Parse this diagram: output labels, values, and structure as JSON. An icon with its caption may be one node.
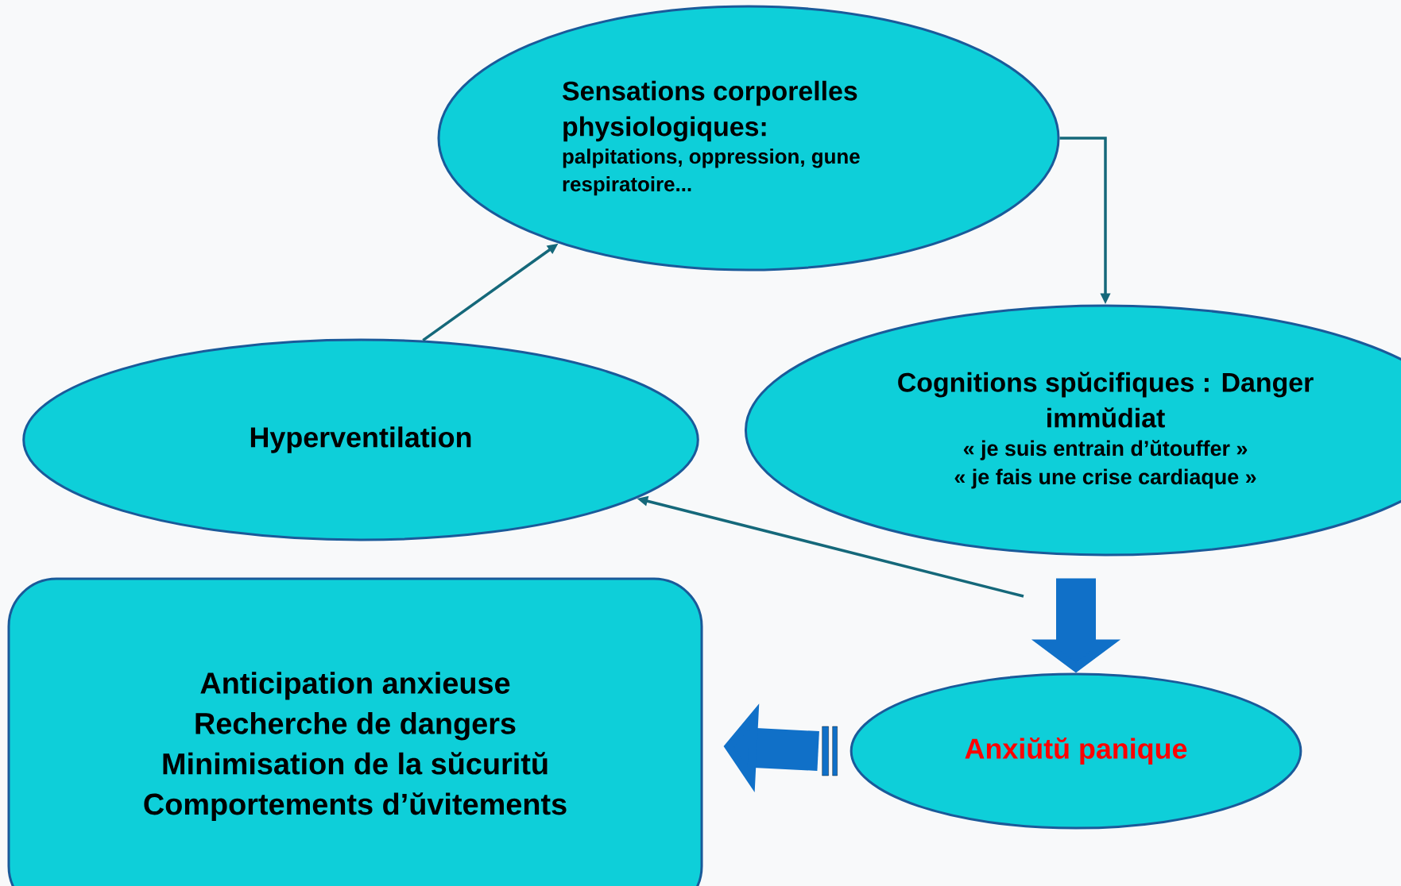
{
  "diagram": {
    "nodes": [
      {
        "text": [
          "Sensations corporelles physiologiques:",
          "palpitations, oppression, gune respiratoire..."
        ]
      },
      {
        "text": [
          "Cognitions spŭcifiques : Danger immŭdiat",
          "« je suis entrain d’ŭtouffer »",
          "« je fais une crise cardiaque »"
        ]
      },
      {
        "text": [
          "Hyperventilation"
        ]
      },
      {
        "text": [
          "Anxiŭtŭ panique"
        ]
      },
      {
        "text": [
          "Anticipation anxieuse",
          "Recherche de dangers",
          "Minimisation de la sŭcuritŭ",
          "Comportements d’ŭvitements"
        ]
      }
    ],
    "edges": [
      {
        "from": 0,
        "to": 1,
        "arrow": "to"
      },
      {
        "from": 2,
        "to": 0,
        "arrow": "to"
      },
      {
        "from": 1,
        "to": 3,
        "arrow": "to",
        "style": "thick",
        "color": "#1070c8"
      },
      {
        "from": 3,
        "to": 4,
        "arrow": "to",
        "style": "thick",
        "color": "#1070c8"
      },
      {
        "from": null,
        "to": 2,
        "arrow": "to"
      }
    ]
  }
}
